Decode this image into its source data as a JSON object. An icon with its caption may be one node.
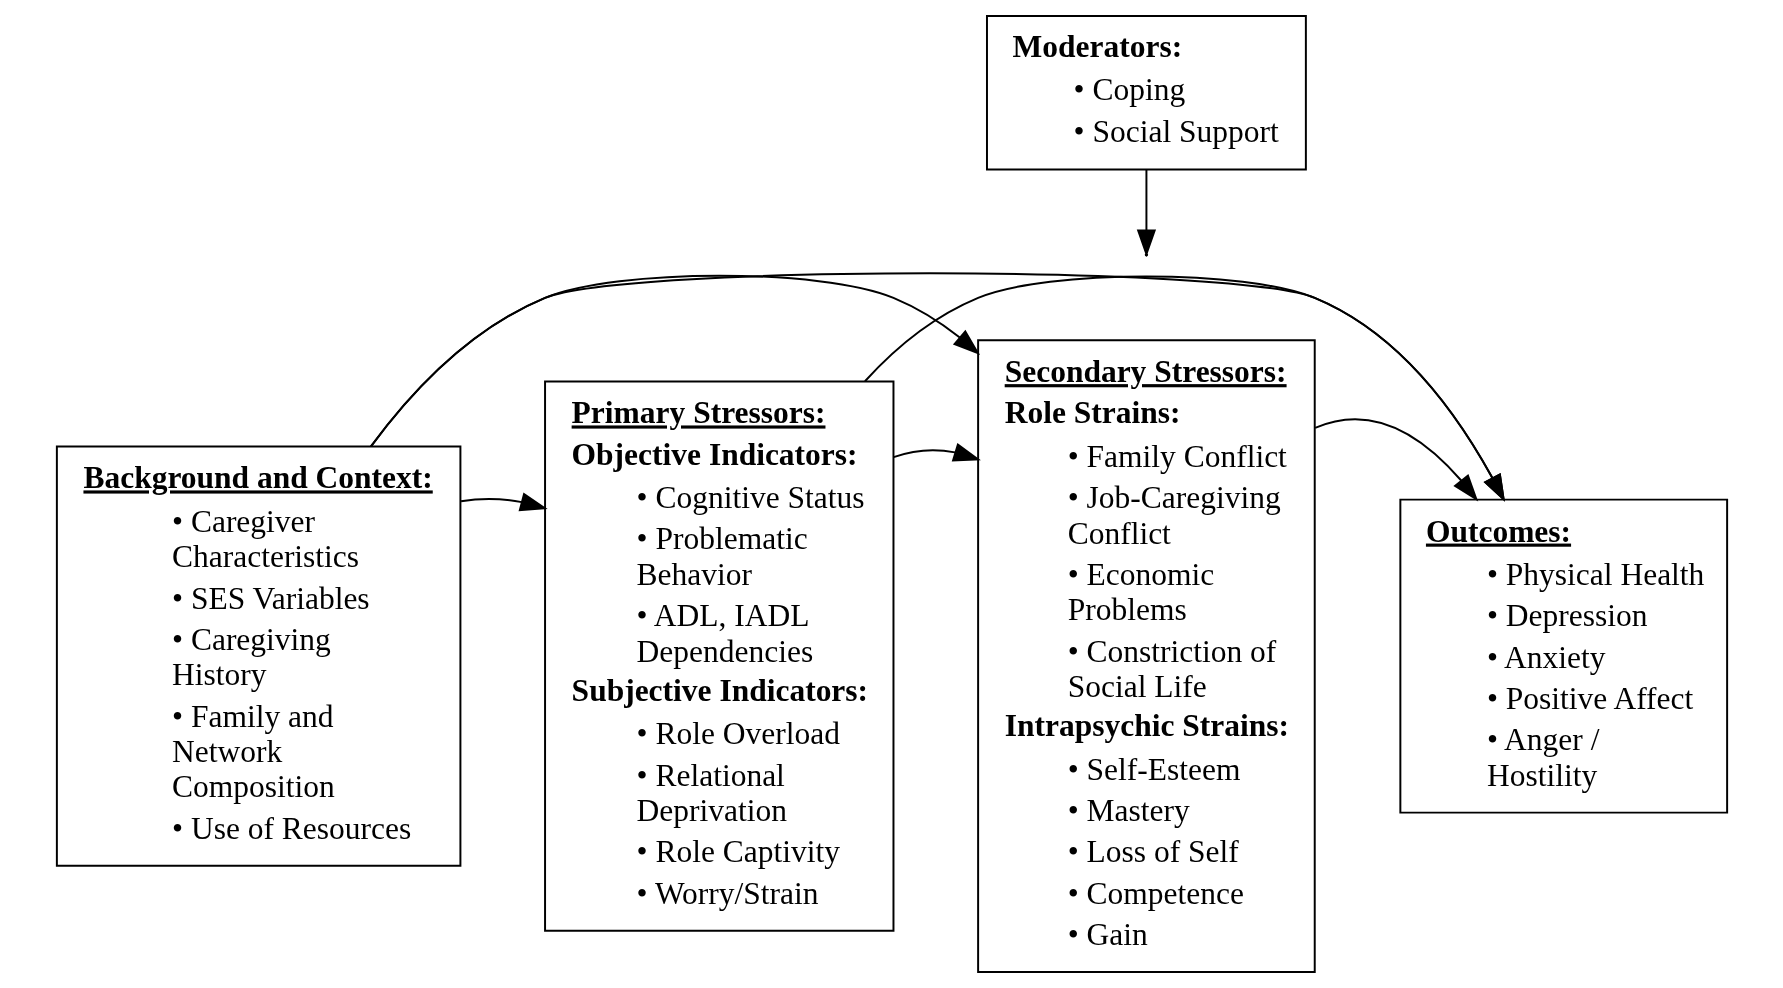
{
  "diagram": {
    "nodes": [
      {
        "text": [
          "Moderators:",
          "• Coping",
          "• Social Support"
        ]
      },
      {
        "text": [
          "Background and Context:",
          "• Caregiver Characteristics",
          "• SES Variables",
          "• Caregiving History",
          "• Family and Network Composition",
          "• Use of Resources"
        ]
      },
      {
        "text": [
          "Primary Stressors:",
          "Objective Indicators:",
          "• Cognitive Status",
          "• Problematic Behavior",
          "• ADL, IADL Dependencies",
          "Subjective Indicators:",
          "• Role Overload",
          "• Relational Deprivation",
          "• Role Captivity",
          "• Worry/Strain"
        ]
      },
      {
        "text": [
          "Secondary Stressors:",
          "Role Strains:",
          "• Family Conflict",
          "• Job-Caregiving Conflict",
          "• Economic Problems",
          "• Constriction of Social Life",
          "Intrapsychic Strains:",
          "• Self-Esteem",
          "• Mastery",
          "• Loss of Self",
          "• Competence",
          "• Gain"
        ]
      },
      {
        "text": [
          "Outcomes:",
          "• Physical Health",
          "• Depression",
          "• Anxiety",
          "• Positive Affect",
          "• Anger / Hostility"
        ]
      }
    ],
    "edges": [
      {
        "from": 0,
        "to": null,
        "arrow": "to"
      },
      {
        "from": 1,
        "to": 4,
        "arrow": "to"
      },
      {
        "from": 1,
        "to": 3,
        "arrow": "to"
      },
      {
        "from": 1,
        "to": 2,
        "arrow": "to"
      },
      {
        "from": 2,
        "to": 4,
        "arrow": "to"
      },
      {
        "from": 2,
        "to": 3,
        "arrow": "to"
      },
      {
        "from": 3,
        "to": 4,
        "arrow": "to"
      }
    ]
  }
}
